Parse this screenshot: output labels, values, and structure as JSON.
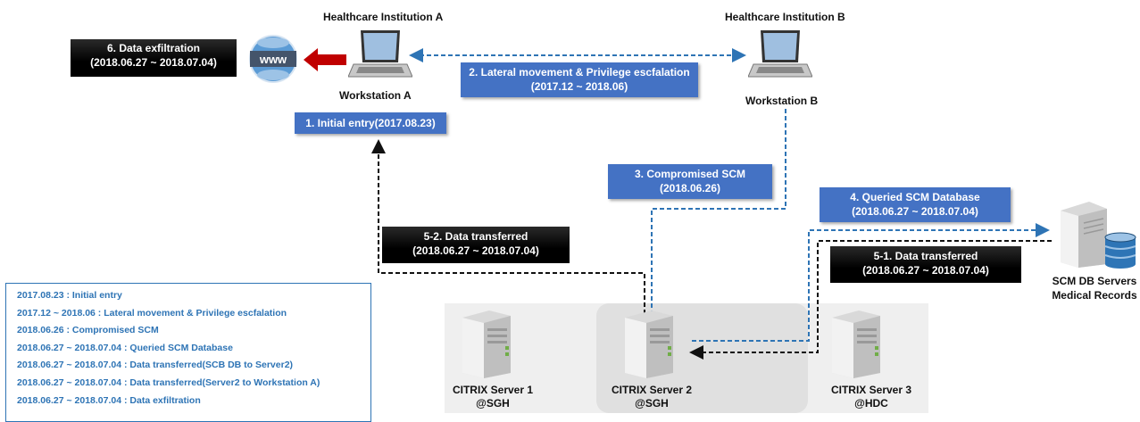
{
  "institutions": {
    "a_title": "Healthcare Institution A",
    "b_title": "Healthcare Institution B",
    "a_workstation": "Workstation A",
    "b_workstation": "Workstation B"
  },
  "steps": {
    "exfiltration_title": "6. Data exfiltration",
    "exfiltration_dates": "(2018.06.27 ~ 2018.07.04)",
    "lateral_title": "2. Lateral movement & Privilege escfalation",
    "lateral_dates": "(2017.12 ~ 2018.06)",
    "initial_entry": "1. Initial entry(2017.08.23)",
    "compromised_title": "3. Compromised SCM",
    "compromised_dates": "(2018.06.26)",
    "queried_title": "4. Queried SCM Database",
    "queried_dates": "(2018.06.27 ~ 2018.07.04)",
    "transfer52_title": "5-2. Data transferred",
    "transfer52_dates": "(2018.06.27 ~ 2018.07.04)",
    "transfer51_title": "5-1.  Data transferred",
    "transfer51_dates": "(2018.06.27 ~ 2018.07.04)"
  },
  "internet_label": "www",
  "db": {
    "line1": "SCM DB Servers",
    "line2": "Medical Records"
  },
  "servers": [
    {
      "name": "CITRIX Server 1",
      "site": "@SGH"
    },
    {
      "name": "CITRIX Server 2",
      "site": "@SGH"
    },
    {
      "name": "CITRIX Server 3",
      "site": "@HDC"
    }
  ],
  "legend": [
    "2017.08.23 : Initial entry",
    "2017.12 ~ 2018.06 : Lateral movement & Privilege escfalation",
    "2018.06.26 : Compromised SCM",
    "2018.06.27 ~ 2018.07.04 : Queried SCM Database",
    "2018.06.27 ~ 2018.07.04 : Data transferred(SCB DB to Server2)",
    "2018.06.27 ~ 2018.07.04 : Data transferred(Server2 to Workstation A)",
    "2018.06.27 ~ 2018.07.04 : Data exfiltration"
  ],
  "colors": {
    "step_blue": "#4472c4",
    "dash_blue": "#2e74b5",
    "dash_black": "#111111",
    "arrow_red": "#c00000",
    "globe_blue": "#5b9bd5"
  },
  "icons": {
    "laptop": "laptop-icon",
    "globe": "globe-www-icon",
    "server": "server-tower-icon",
    "database": "database-cylinder-icon",
    "red_arrow": "red-left-arrow-icon"
  }
}
